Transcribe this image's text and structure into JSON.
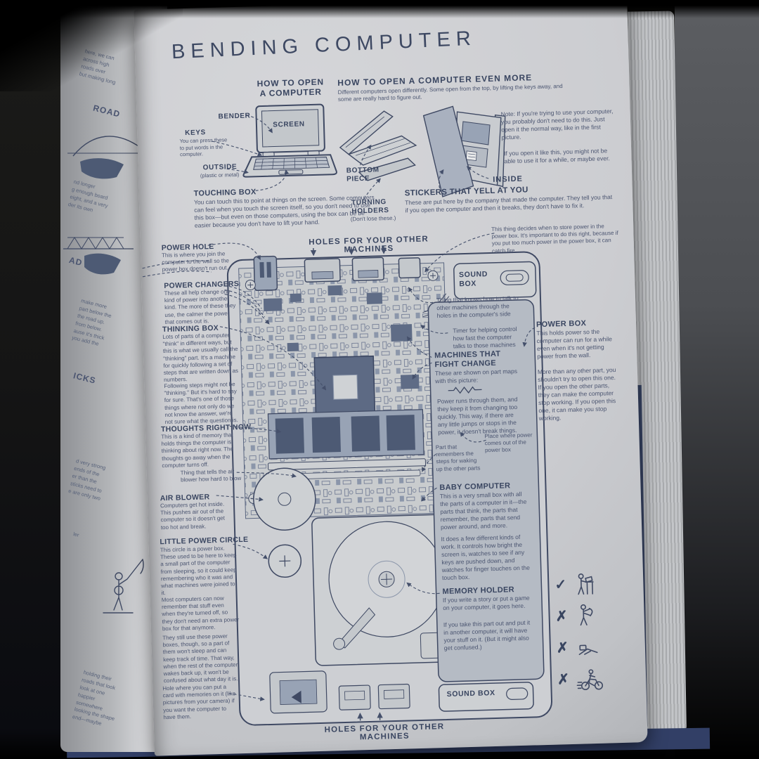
{
  "colors": {
    "ink": "#3f4963",
    "page": "#cdcfd3",
    "panel": "#b5bbc4",
    "chip": "#5d6a84",
    "cover_blue": "#323f66"
  },
  "page_title": "BENDING COMPUTER",
  "how_to_open": {
    "title_line1": "HOW TO OPEN",
    "title_line2": "A COMPUTER",
    "bender": "BENDER",
    "keys": "KEYS",
    "keys_text": "You can press these to put words in the computer.",
    "screen": "SCREEN",
    "outside": "OUTSIDE",
    "outside_note": "(plastic or metal)",
    "touching_heading": "TOUCHING BOX",
    "touching_text": "You can touch this to point at things on the screen. Some computers can feel when you touch the screen itself, so you don't need to use this box—but even on those computers, using the box can be be easier because you don't have to lift your hand."
  },
  "even_more": {
    "title": "HOW TO OPEN A COMPUTER EVEN MORE",
    "intro": "Different computers open differently. Some open from the top, by lifting the keys away, and some are really hard to figure out.",
    "bottom_piece": "BOTTOM\nPIECE",
    "turning_holders": "TURNING\nHOLDERS",
    "turning_note": "(Don't lose these.)",
    "stickers_heading": "STICKERS THAT YELL AT YOU",
    "stickers_text": "These are put here by the company that made the computer. They tell you that if you open the computer and then it breaks, they don't have to fix it.",
    "inside": "INSIDE",
    "note1": "Note: If you're trying to use your computer, you probably don't need to do this. Just open it the normal way, like in the first picture.",
    "note2": "If you open it like this, you might not be able to use it for a while, or maybe ever."
  },
  "diagram": {
    "holes_top": "HOLES FOR YOUR OTHER MACHINES",
    "holes_bottom": "HOLES FOR YOUR OTHER MACHINES",
    "sound_box_top": "SOUND\nBOX",
    "sound_box_bottom": "SOUND BOX",
    "power_decider": "This thing decides when to store power in the power box. It's important to do this right, because if you put too much power in the power box, it can catch fire.",
    "talker": "Thing that knows how to talk to other machines through the holes in the computer's side",
    "timer": "Timer for helping control how fast the computer talks to those machines",
    "blower_note": "Thing that tells the air blower how hard to blow",
    "wake_part": "Part that remembers the steps for waking up the other parts",
    "power_out": "Place where power comes out of the power box",
    "memory_card_note": "Hole where you can put a card with memories on it (like pictures from your camera) if you want the computer to have them."
  },
  "left_column": [
    {
      "heading": "POWER HOLE",
      "paragraphs": [
        "This is where you join the computer to the wall so the power box doesn't run out."
      ]
    },
    {
      "heading": "POWER CHANGERS",
      "paragraphs": [
        "These all help change one kind of power into another kind. The more of these they use, the calmer the power that comes out is."
      ]
    },
    {
      "heading": "THINKING BOX",
      "paragraphs": [
        "Lots of parts of a computer \"think\" in different ways, but this is what we usually call the \"thinking\" part. It's a machine for quickly following a set of steps that are written down as numbers.",
        "Following steps might not be \"thinking.\" But it's hard to say for sure. That's one of those things where not only do we not know the answer, we're not sure what the question is."
      ]
    },
    {
      "heading": "THOUGHTS RIGHT NOW",
      "paragraphs": [
        "This is a kind of memory that holds things the computer is thinking about right now. The thoughts go away when the computer turns off."
      ]
    },
    {
      "heading": "AIR BLOWER",
      "paragraphs": [
        "Computers get hot inside. This pushes air out of the computer so it doesn't get too hot and break."
      ]
    },
    {
      "heading": "LITTLE POWER CIRCLE",
      "paragraphs": [
        "This circle is a power box. These used to be here to keep a small part of the computer from sleeping, so it could keep remembering who it was and what machines were joined to it.",
        "Most computers can now remember that stuff even when they're turned off, so they don't need an extra power box for that anymore.",
        "They still use these power boxes, though, so a part of them won't sleep and can keep track of time. That way, when the rest of the computer wakes back up, it won't be confused about what day it is."
      ]
    }
  ],
  "right_column": [
    {
      "heading": "MACHINES THAT FIGHT CHANGE",
      "paragraphs": [
        "These are shown on part maps with this picture:",
        "Power runs through them, and they keep it from changing too quickly. This way, if there are any little jumps or stops in the power, it doesn't break things."
      ]
    },
    {
      "heading": "POWER BOX",
      "paragraphs": [
        "This holds power so the computer can run for a while even when it's not getting power from the wall.",
        "More than any other part, you shouldn't try to open this one. If you open the other parts, they can make the computer stop working. If you open this one, it can make you stop working."
      ]
    },
    {
      "heading": "BABY COMPUTER",
      "paragraphs": [
        "This is a very small box with all the parts of a computer in it—the parts that think, the parts that remember, the parts that send power around, and more.",
        "It does a few different kinds of work. It controls how bright the screen is, watches to see if any keys are pushed down, and watches for finger touches on the touch box."
      ]
    },
    {
      "heading": "MEMORY HOLDER",
      "paragraphs": [
        "If you write a story or put a game on your computer, it goes here.",
        "If you take this part out and put it in another computer, it will have your stuff on it. (But it might also get confused.)"
      ]
    }
  ],
  "dos_donts": {
    "rows": [
      {
        "mark": "✓",
        "icon": "person-using-laptop-on-stand"
      },
      {
        "mark": "✗",
        "icon": "person-bending-laptop"
      },
      {
        "mark": "✗",
        "icon": "bent-laptop"
      },
      {
        "mark": "✗",
        "icon": "person-riding-bike-with-laptop"
      }
    ]
  },
  "left_page": {
    "fragments": [
      "here, we can\nacross high\nroads over\nbut making long",
      "ROAD",
      "nd longer\ng enough board\neight, and a very\nder its own",
      "AD",
      "make more\npart below the\nthe road up.\nfrom below.\nause it's thick\nyou add the",
      "ICKS",
      "d very strong\nends of the\ner than the\nsticks need to\ne are only two",
      "ler",
      "holding their\nroads that look\nlook at one\nhappier\nsomewhere\nlooking the shape\nend—maybe"
    ]
  }
}
